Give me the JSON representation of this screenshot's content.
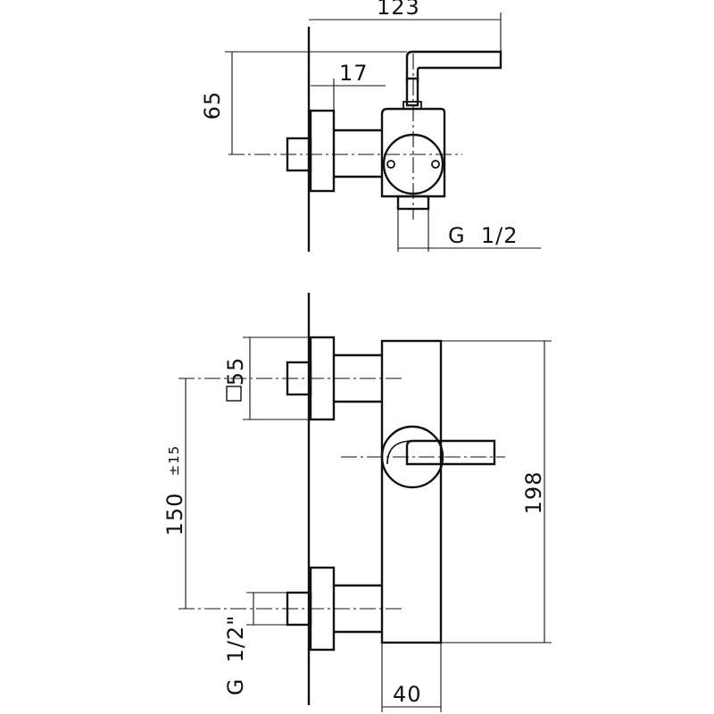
{
  "dimensions": {
    "top_width": "123",
    "top_height": "65",
    "wall_offset": "17",
    "top_thread": "G  1/2",
    "square_plate": "55",
    "spacing": "150",
    "spacing_tolerance": "±15",
    "total_height": "198",
    "bottom_thread": "G  1/2\"",
    "body_depth": "40"
  }
}
